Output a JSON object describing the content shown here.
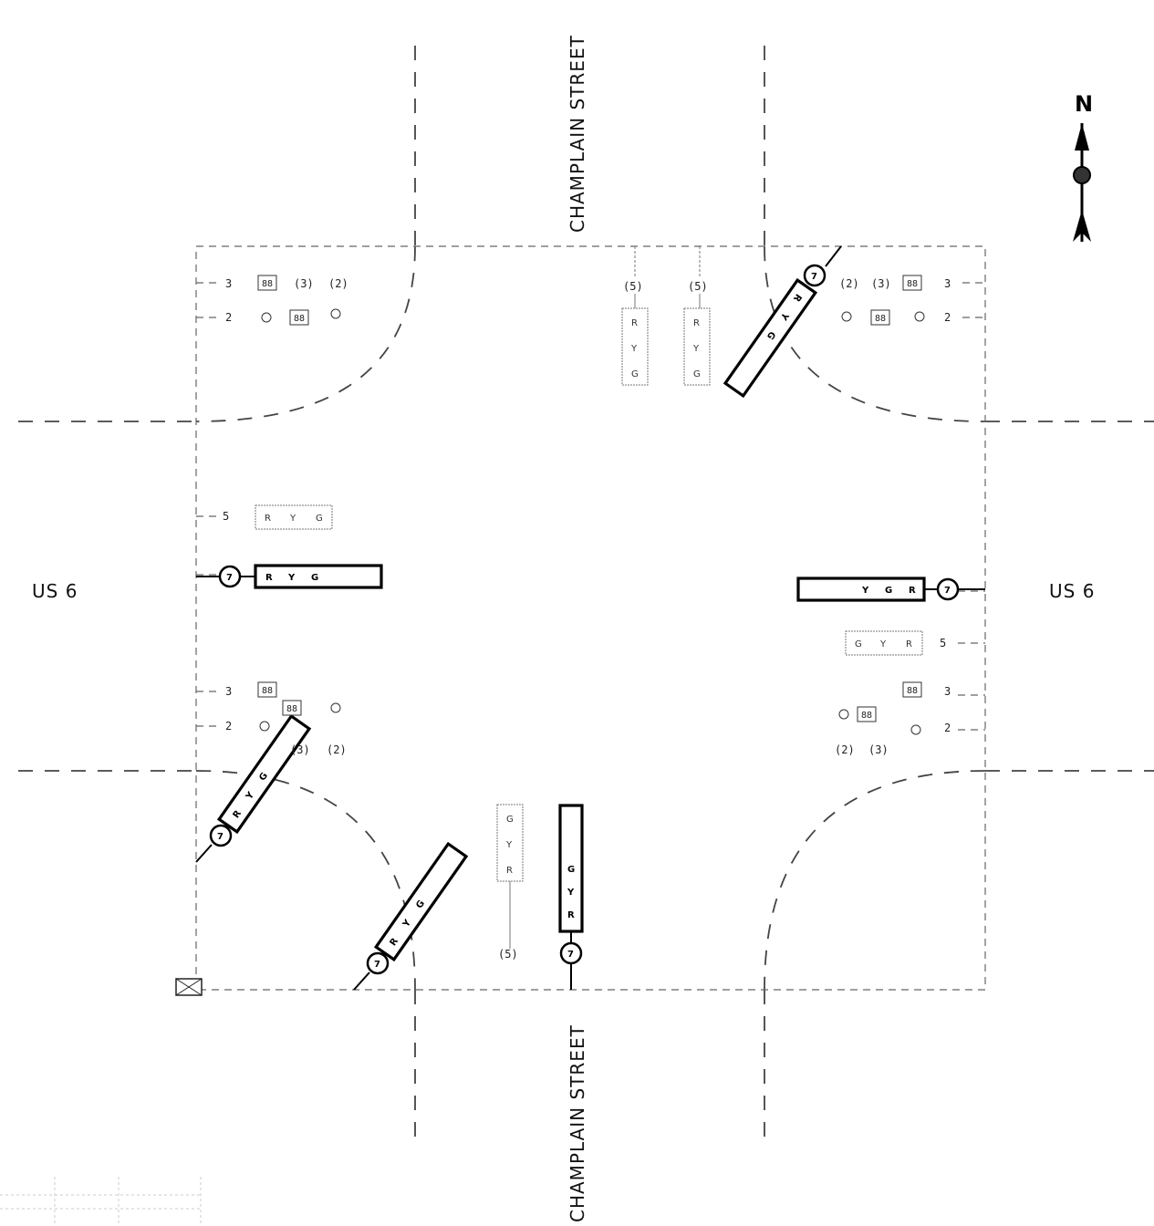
{
  "north_label": "N",
  "streets": {
    "north": "CHAMPLAIN STREET",
    "south": "CHAMPLAIN STREET",
    "west": "US 6",
    "east": "US 6"
  },
  "labels": {
    "signal_7": "7",
    "signal_5": "(5)",
    "signal_5_alt": "5",
    "signal_3": "(3)",
    "signal_3_alt": "3",
    "signal_2": "(2)",
    "signal_2_alt": "2",
    "lens_r": "R",
    "lens_y": "Y",
    "lens_g": "G",
    "countdown": "88"
  }
}
